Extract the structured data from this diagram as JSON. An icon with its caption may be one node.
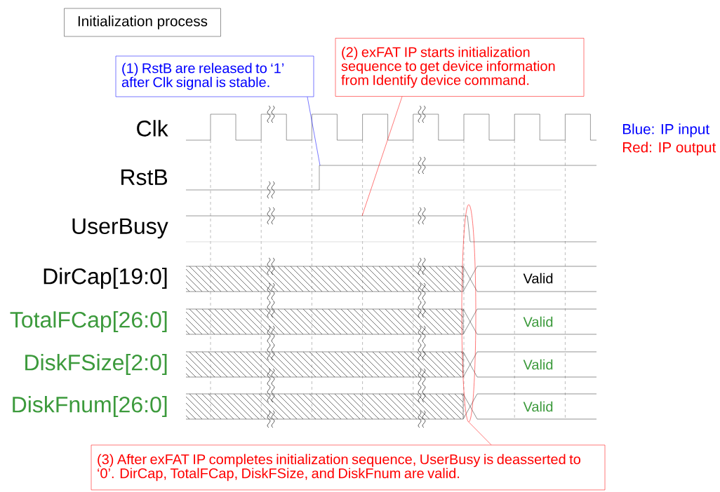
{
  "diagram": {
    "nodes": [
      {
        "text": [
          "Initialization process"
        ]
      },
      {
        "text": [
          "(1) RstB are released to ‘1’ after Clk signal is stable."
        ]
      },
      {
        "text": [
          "(2) exFAT IP starts initialization sequence to get device information from Identify device command."
        ]
      },
      {
        "text": [],
        "shape": "ellipse"
      },
      {
        "text": [
          "(3) After exFAT IP completes initialization sequence, UserBusy is deasserted to ‘0’. DirCap, TotalFCap, DiskFSize, and DiskFnum are valid."
        ]
      }
    ],
    "edges": [
      {
        "from": 1,
        "to": null,
        "arrow": "none",
        "color": "#0000ff"
      },
      {
        "from": 2,
        "to": null,
        "arrow": "none",
        "color": "#ff0000"
      },
      {
        "from": 4,
        "to": 3,
        "arrow": "none",
        "color": "#ff0000"
      }
    ],
    "labels": [
      "Clk",
      "Blue: IP input",
      "Red: IP output",
      "RstB",
      "UserBusy",
      "DirCap[19:0]",
      "Valid",
      "TotalFCap[26:0]",
      "Valid",
      "DiskFSize[2:0]",
      "Valid",
      "DiskFnum[26:0]",
      "Valid"
    ]
  }
}
